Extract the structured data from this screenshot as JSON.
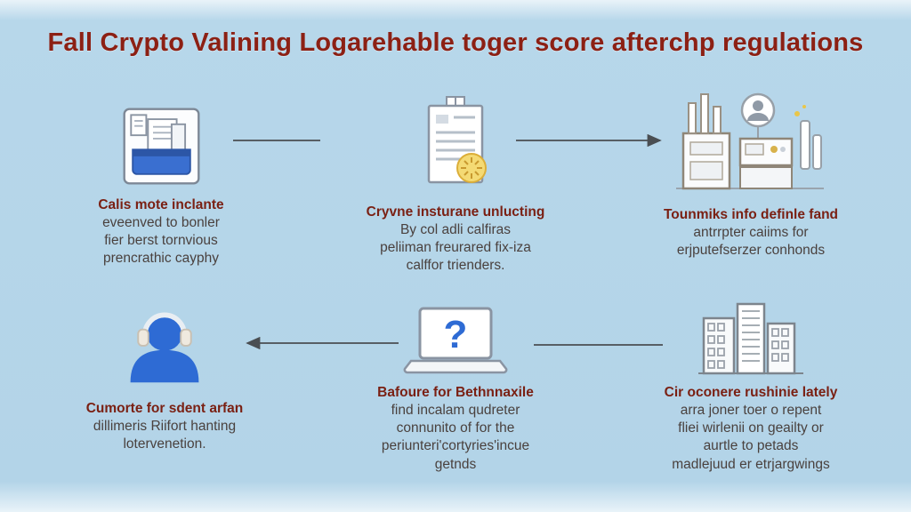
{
  "title": {
    "text": "Fall Crypto Valining Logarehable toger score afterchp regulations"
  },
  "colors": {
    "background": "#b3d4e8",
    "title_text": "#8c2014",
    "heading_text": "#7a2013",
    "body_text": "#4a413e",
    "accent_blue": "#2e6bd4",
    "accent_yellow": "#f4da74",
    "arrow": "#4a4e52"
  },
  "laptop_glyph": "?",
  "steps": [
    {
      "icon": "inbox-documents-icon",
      "heading": "Calis mote inclante",
      "lines": [
        "eveenved to bonler",
        "fier berst tornvious",
        "prencrathic cayphy"
      ]
    },
    {
      "icon": "report-starburst-icon",
      "heading": "Cryvne insturane unlucting",
      "lines": [
        "By col adli calfiras",
        "peliiman freurared fix-iza",
        "calffor trienders."
      ]
    },
    {
      "icon": "machinery-icon",
      "heading": "Tounmiks info definle fand",
      "lines": [
        "antrrpter caiims for",
        "erjputefserzer conhonds"
      ]
    },
    {
      "icon": "support-agent-icon",
      "heading": "Cumorte for sdent arfan",
      "lines": [
        "dillimeris Riifort hanting",
        "lotervenetion."
      ]
    },
    {
      "icon": "laptop-question-icon",
      "heading": "Bafoure for Bethnnaxile",
      "lines": [
        "find incalam qudreter",
        "connunito of for the",
        "periunteri'cortyries'incue",
        "getnds"
      ]
    },
    {
      "icon": "city-buildings-icon",
      "heading": "Cir oconere rushinie lately",
      "lines": [
        "arra joner toer o repent",
        "fliei wirlenii on geailty or",
        "aurtle to petads",
        "madlejuud er etrjargwings"
      ]
    }
  ]
}
